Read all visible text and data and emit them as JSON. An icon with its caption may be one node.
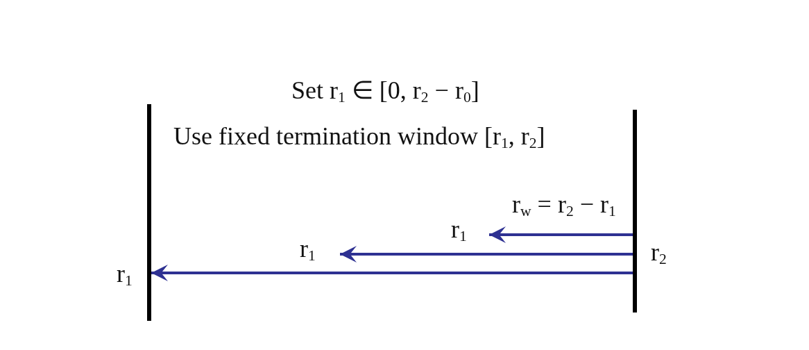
{
  "diagram": {
    "nodes": [
      {
        "text": [],
        "shape": "bar",
        "beside": [
          "r$_{1}$"
        ]
      },
      {
        "text": [],
        "shape": "bar",
        "beside": [
          "r$_{2}$"
        ]
      }
    ],
    "edges": [
      {
        "from": 1,
        "to": null,
        "arrow": "to",
        "label": "r$_{1}$"
      },
      {
        "from": 1,
        "to": null,
        "arrow": "to",
        "label": "r$_{1}$"
      },
      {
        "from": 1,
        "to": 0,
        "arrow": "to",
        "color": "#2e3192"
      }
    ],
    "labels": [
      "Set r$_{1}$ ∈ [0, r$_{2}$ − r$_{0}$]",
      "Use fixed termination window [r$_{1}$, r$_{2}$]",
      "r$_{w}$ = r$_{2}$ − r$_{1}$"
    ]
  }
}
